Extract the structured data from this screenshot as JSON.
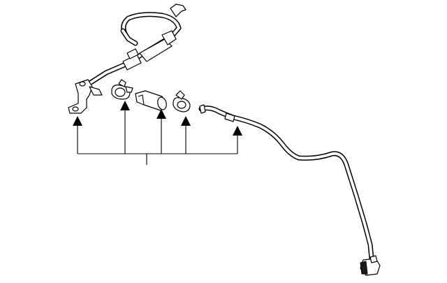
{
  "diagram": {
    "type": "parts-exploded-view",
    "parts": [
      {
        "id": "upper-hose-assembly"
      },
      {
        "id": "hose-clamp-left"
      },
      {
        "id": "check-valve"
      },
      {
        "id": "hose-clamp-right"
      },
      {
        "id": "lower-hose"
      }
    ],
    "callout_arrows": 5
  }
}
